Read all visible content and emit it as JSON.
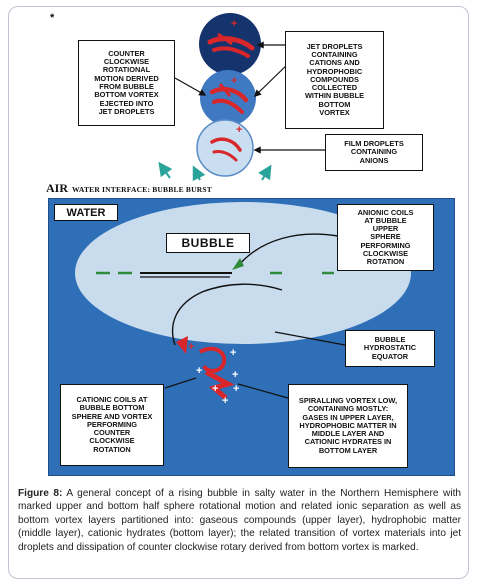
{
  "colors": {
    "water": "#2f6fb7",
    "bubble": "#c9dcee",
    "coil": "#d8262a",
    "droplet_dark": "#15346e",
    "droplet_mid": "#3f79c2",
    "droplet_light": "#c9def1",
    "equator": "#2f8a3a",
    "arrow_teal": "#2aa39a"
  },
  "top_mark": "*",
  "left_box": {
    "lines": [
      "COUNTER",
      "CLOCKWISE",
      "ROTATIONAL",
      "MOTION DERIVED",
      "FROM BUBBLE",
      "BOTTOM VORTEX",
      "EJECTED INTO",
      "JET DROPLETS"
    ]
  },
  "jet_box": {
    "lines": [
      "JET DROPLETS",
      "CONTAINING",
      "CATIONS AND",
      "HYDROPHOBIC",
      "COMPOUNDS",
      "COLLECTED",
      "WITHIN BUBBLE",
      "BOTTOM",
      "VORTEX"
    ]
  },
  "film_box": {
    "lines": [
      "FILM DROPLETS",
      "CONTAINING",
      "ANIONS"
    ]
  },
  "interface": {
    "big": "AIR",
    "small": "WATER INTERFACE:   BUBBLE BURST"
  },
  "water_label": "WATER",
  "bubble_label": "BUBBLE",
  "anionic_box": {
    "lines": [
      "ANIONIC COILS",
      "AT BUBBLE",
      "UPPER",
      "SPHERE",
      "PERFORMING",
      "CLOCKWISE",
      "ROTATION"
    ]
  },
  "equator_box": {
    "lines": [
      "BUBBLE",
      "HYDROSTATIC",
      "EQUATOR"
    ]
  },
  "cationic_box": {
    "lines": [
      "CATIONIC COILS AT",
      "BUBBLE BOTTOM",
      "SPHERE AND VORTEX",
      "PERFORMING",
      "COUNTER",
      "CLOCKWISE",
      "ROTATION"
    ]
  },
  "spiral_box": {
    "lines": [
      "SPIRALLING VORTEX LOW,",
      "CONTAINING MOSTLY:",
      "GASES IN UPPER LAYER,",
      "HYDROPHOBIC MATTER IN",
      "MIDDLE LAYER AND",
      "CATIONIC HYDRATES IN",
      "BOTTOM LAYER"
    ]
  },
  "caption": {
    "label": "Figure 8:",
    "text": " A general concept of a rising bubble in salty water in the Northern Hemisphere with marked upper and bottom half sphere rotational motion and related ionic separation as well as bottom vortex layers partitioned into: gaseous compounds (upper layer), hydrophobic matter (middle layer), cationic hydrates (bottom layer); the related transition of vortex materials into jet droplets and dissipation of counter clockwise rotary derived from bottom vortex is marked."
  },
  "signs": {
    "plus": "+",
    "minus": "-"
  }
}
